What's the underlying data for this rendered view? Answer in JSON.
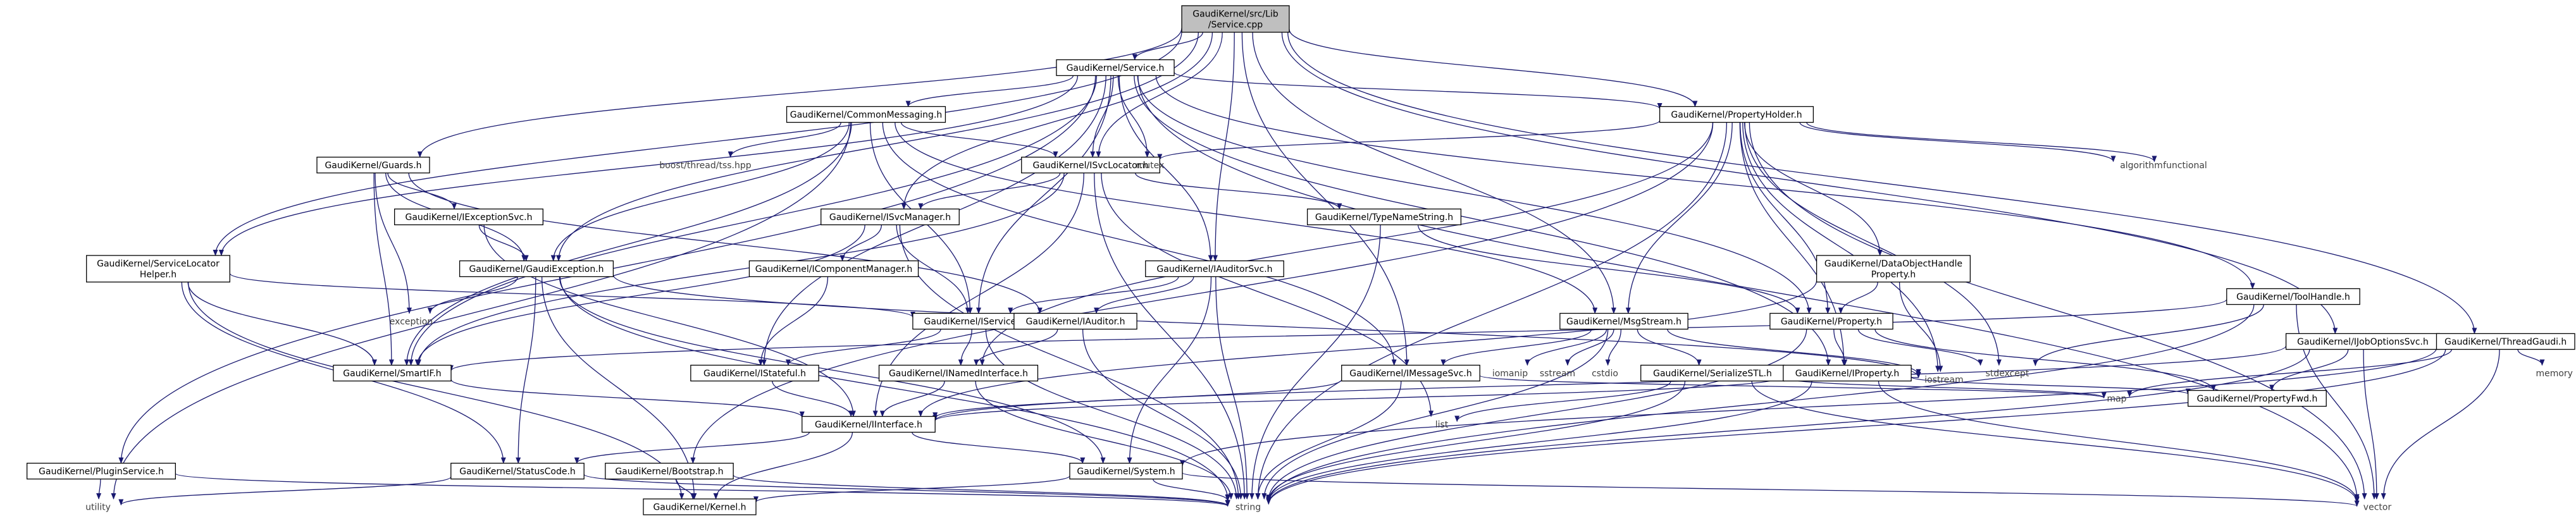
{
  "colors": {
    "edge": "#191970",
    "node_border_documented": "#000000",
    "node_border_truncated": "#ff0000",
    "root_fill": "#bfbfbf",
    "node_fill": "#ffffff",
    "external_text": "#404040"
  },
  "nodes": [
    {
      "id": "root",
      "lines": [
        "GaudiKernel/src/Lib",
        "/Service.cpp"
      ],
      "kind": "root"
    },
    {
      "id": "service_h",
      "lines": [
        "GaudiKernel/Service.h"
      ],
      "kind": "doc"
    },
    {
      "id": "common_messaging",
      "lines": [
        "GaudiKernel/CommonMessaging.h"
      ],
      "kind": "doc"
    },
    {
      "id": "property_holder",
      "lines": [
        "GaudiKernel/PropertyHolder.h"
      ],
      "kind": "doc"
    },
    {
      "id": "guards",
      "lines": [
        "GaudiKernel/Guards.h"
      ],
      "kind": "doc"
    },
    {
      "id": "isvc_locator",
      "lines": [
        "GaudiKernel/ISvcLocator.h"
      ],
      "kind": "doc"
    },
    {
      "id": "iexception_svc",
      "lines": [
        "GaudiKernel/IExceptionSvc.h"
      ],
      "kind": "doc"
    },
    {
      "id": "isvc_manager",
      "lines": [
        "GaudiKernel/ISvcManager.h"
      ],
      "kind": "doc"
    },
    {
      "id": "svc_locator_helper",
      "lines": [
        "GaudiKernel/ServiceLocator",
        "Helper.h"
      ],
      "kind": "doc"
    },
    {
      "id": "gaudi_exception",
      "lines": [
        "GaudiKernel/GaudiException.h"
      ],
      "kind": "doc"
    },
    {
      "id": "icomponent_manager",
      "lines": [
        "GaudiKernel/IComponentManager.h"
      ],
      "kind": "doc"
    },
    {
      "id": "iauditor_svc",
      "lines": [
        "GaudiKernel/IAuditorSvc.h"
      ],
      "kind": "doc"
    },
    {
      "id": "type_name_string",
      "lines": [
        "GaudiKernel/TypeNameString.h"
      ],
      "kind": "trunc"
    },
    {
      "id": "data_object_handle",
      "lines": [
        "GaudiKernel/DataObjectHandle",
        "Property.h"
      ],
      "kind": "doc"
    },
    {
      "id": "tool_handle",
      "lines": [
        "GaudiKernel/ToolHandle.h"
      ],
      "kind": "trunc"
    },
    {
      "id": "iservice",
      "lines": [
        "GaudiKernel/IService.h"
      ],
      "kind": "doc"
    },
    {
      "id": "iauditor",
      "lines": [
        "GaudiKernel/IAuditor.h"
      ],
      "kind": "trunc"
    },
    {
      "id": "msg_stream",
      "lines": [
        "GaudiKernel/MsgStream.h"
      ],
      "kind": "doc"
    },
    {
      "id": "property",
      "lines": [
        "GaudiKernel/Property.h"
      ],
      "kind": "trunc"
    },
    {
      "id": "ijob_options_svc",
      "lines": [
        "GaudiKernel/IJobOptionsSvc.h"
      ],
      "kind": "doc"
    },
    {
      "id": "thread_gaudi",
      "lines": [
        "GaudiKernel/ThreadGaudi.h"
      ],
      "kind": "doc"
    },
    {
      "id": "smart_if",
      "lines": [
        "GaudiKernel/SmartIF.h"
      ],
      "kind": "doc"
    },
    {
      "id": "istateful",
      "lines": [
        "GaudiKernel/IStateful.h"
      ],
      "kind": "trunc"
    },
    {
      "id": "inamed_interface",
      "lines": [
        "GaudiKernel/INamedInterface.h"
      ],
      "kind": "doc"
    },
    {
      "id": "imessage_svc",
      "lines": [
        "GaudiKernel/IMessageSvc.h"
      ],
      "kind": "doc"
    },
    {
      "id": "serialize_stl",
      "lines": [
        "GaudiKernel/SerializeSTL.h"
      ],
      "kind": "trunc"
    },
    {
      "id": "iproperty",
      "lines": [
        "GaudiKernel/IProperty.h"
      ],
      "kind": "doc"
    },
    {
      "id": "iinterface",
      "lines": [
        "GaudiKernel/IInterface.h"
      ],
      "kind": "trunc"
    },
    {
      "id": "status_code",
      "lines": [
        "GaudiKernel/StatusCode.h"
      ],
      "kind": "trunc"
    },
    {
      "id": "bootstrap",
      "lines": [
        "GaudiKernel/Bootstrap.h"
      ],
      "kind": "doc"
    },
    {
      "id": "system_h",
      "lines": [
        "GaudiKernel/System.h"
      ],
      "kind": "trunc"
    },
    {
      "id": "property_fwd",
      "lines": [
        "GaudiKernel/PropertyFwd.h"
      ],
      "kind": "doc"
    },
    {
      "id": "plugin_service",
      "lines": [
        "GaudiKernel/PluginService.h"
      ],
      "kind": "trunc"
    },
    {
      "id": "kernel_h",
      "lines": [
        "GaudiKernel/Kernel.h"
      ],
      "kind": "doc"
    },
    {
      "id": "mutex",
      "lines": [
        "mutex"
      ],
      "kind": "ext"
    },
    {
      "id": "boost_thread",
      "lines": [
        "boost/thread/tss.hpp"
      ],
      "kind": "ext"
    },
    {
      "id": "algorithm",
      "lines": [
        "algorithm"
      ],
      "kind": "ext"
    },
    {
      "id": "functional",
      "lines": [
        "functional"
      ],
      "kind": "ext"
    },
    {
      "id": "exception",
      "lines": [
        "exception"
      ],
      "kind": "ext"
    },
    {
      "id": "stdexcept",
      "lines": [
        "stdexcept"
      ],
      "kind": "ext"
    },
    {
      "id": "memory",
      "lines": [
        "memory"
      ],
      "kind": "ext"
    },
    {
      "id": "iomanip",
      "lines": [
        "iomanip"
      ],
      "kind": "ext"
    },
    {
      "id": "sstream",
      "lines": [
        "sstream"
      ],
      "kind": "ext"
    },
    {
      "id": "cstdio",
      "lines": [
        "cstdio"
      ],
      "kind": "ext"
    },
    {
      "id": "iostream",
      "lines": [
        "iostream"
      ],
      "kind": "ext"
    },
    {
      "id": "map",
      "lines": [
        "map"
      ],
      "kind": "ext"
    },
    {
      "id": "list",
      "lines": [
        "list"
      ],
      "kind": "ext"
    },
    {
      "id": "string",
      "lines": [
        "string"
      ],
      "kind": "ext"
    },
    {
      "id": "vector",
      "lines": [
        "vector"
      ],
      "kind": "ext"
    },
    {
      "id": "utility",
      "lines": [
        "utility"
      ],
      "kind": "ext"
    }
  ],
  "edges": [
    [
      "root",
      "service_h"
    ],
    [
      "root",
      "property_holder"
    ],
    [
      "root",
      "guards"
    ],
    [
      "root",
      "isvc_locator"
    ],
    [
      "root",
      "isvc_manager"
    ],
    [
      "root",
      "svc_locator_helper"
    ],
    [
      "root",
      "gaudi_exception"
    ],
    [
      "root",
      "iauditor_svc"
    ],
    [
      "root",
      "msg_stream"
    ],
    [
      "root",
      "imessage_svc"
    ],
    [
      "root",
      "ijob_options_svc"
    ],
    [
      "root",
      "thread_gaudi"
    ],
    [
      "service_h",
      "common_messaging"
    ],
    [
      "service_h",
      "property_holder"
    ],
    [
      "service_h",
      "isvc_locator"
    ],
    [
      "service_h",
      "iservice"
    ],
    [
      "service_h",
      "iauditor_svc"
    ],
    [
      "service_h",
      "mutex"
    ],
    [
      "service_h",
      "tool_handle"
    ],
    [
      "service_h",
      "smart_if"
    ],
    [
      "service_h",
      "svc_locator_helper"
    ],
    [
      "service_h",
      "plugin_service"
    ],
    [
      "service_h",
      "istateful"
    ],
    [
      "service_h",
      "iproperty"
    ],
    [
      "service_h",
      "property"
    ],
    [
      "service_h",
      "vector"
    ],
    [
      "common_messaging",
      "boost_thread"
    ],
    [
      "common_messaging",
      "isvc_locator"
    ],
    [
      "common_messaging",
      "imessage_svc"
    ],
    [
      "common_messaging",
      "msg_stream"
    ],
    [
      "common_messaging",
      "gaudi_exception"
    ],
    [
      "common_messaging",
      "iservice"
    ],
    [
      "common_messaging",
      "smart_if"
    ],
    [
      "common_messaging",
      "utility"
    ],
    [
      "property_holder",
      "isvc_locator"
    ],
    [
      "property_holder",
      "iproperty"
    ],
    [
      "property_holder",
      "property"
    ],
    [
      "property_holder",
      "msg_stream"
    ],
    [
      "property_holder",
      "data_object_handle"
    ],
    [
      "property_holder",
      "algorithm"
    ],
    [
      "property_holder",
      "functional"
    ],
    [
      "property_holder",
      "stdexcept"
    ],
    [
      "property_holder",
      "iostream"
    ],
    [
      "property_holder",
      "string"
    ],
    [
      "property_holder",
      "vector"
    ],
    [
      "property_holder",
      "bootstrap"
    ],
    [
      "property_holder",
      "inamed_interface"
    ],
    [
      "guards",
      "iexception_svc"
    ],
    [
      "guards",
      "gaudi_exception"
    ],
    [
      "guards",
      "iauditor"
    ],
    [
      "guards",
      "smart_if"
    ],
    [
      "guards",
      "exception"
    ],
    [
      "isvc_locator",
      "isvc_manager"
    ],
    [
      "isvc_locator",
      "type_name_string"
    ],
    [
      "isvc_locator",
      "smart_if"
    ],
    [
      "isvc_locator",
      "list"
    ],
    [
      "isvc_locator",
      "string"
    ],
    [
      "isvc_locator",
      "iinterface"
    ],
    [
      "iexception_svc",
      "gaudi_exception"
    ],
    [
      "iexception_svc",
      "iinterface"
    ],
    [
      "isvc_manager",
      "icomponent_manager"
    ],
    [
      "isvc_manager",
      "iservice"
    ],
    [
      "isvc_manager",
      "string"
    ],
    [
      "isvc_manager",
      "smart_if"
    ],
    [
      "svc_locator_helper",
      "iservice"
    ],
    [
      "svc_locator_helper",
      "smart_if"
    ],
    [
      "svc_locator_helper",
      "status_code"
    ],
    [
      "svc_locator_helper",
      "kernel_h"
    ],
    [
      "gaudi_exception",
      "exception"
    ],
    [
      "gaudi_exception",
      "status_code"
    ],
    [
      "gaudi_exception",
      "system_h"
    ],
    [
      "gaudi_exception",
      "kernel_h"
    ],
    [
      "gaudi_exception",
      "string"
    ],
    [
      "gaudi_exception",
      "iostream"
    ],
    [
      "icomponent_manager",
      "istateful"
    ],
    [
      "iauditor_svc",
      "iauditor"
    ],
    [
      "iauditor_svc",
      "iservice"
    ],
    [
      "iauditor_svc",
      "system_h"
    ],
    [
      "iauditor_svc",
      "string"
    ],
    [
      "type_name_string",
      "property"
    ],
    [
      "type_name_string",
      "string"
    ],
    [
      "data_object_handle",
      "property"
    ],
    [
      "data_object_handle",
      "iostream"
    ],
    [
      "data_object_handle",
      "iinterface"
    ],
    [
      "tool_handle",
      "smart_if"
    ],
    [
      "tool_handle",
      "stdexcept"
    ],
    [
      "tool_handle",
      "string"
    ],
    [
      "tool_handle",
      "vector"
    ],
    [
      "iservice",
      "inamed_interface"
    ],
    [
      "iservice",
      "istateful"
    ],
    [
      "iservice",
      "string"
    ],
    [
      "iauditor",
      "inamed_interface"
    ],
    [
      "iauditor",
      "string"
    ],
    [
      "msg_stream",
      "imessage_svc"
    ],
    [
      "msg_stream",
      "serialize_stl"
    ],
    [
      "msg_stream",
      "iomanip"
    ],
    [
      "msg_stream",
      "sstream"
    ],
    [
      "msg_stream",
      "cstdio"
    ],
    [
      "msg_stream",
      "string"
    ],
    [
      "msg_stream",
      "iostream"
    ],
    [
      "property",
      "iproperty"
    ],
    [
      "property",
      "property_fwd"
    ],
    [
      "property",
      "string"
    ],
    [
      "property",
      "stdexcept"
    ],
    [
      "ijob_options_svc",
      "iinterface"
    ],
    [
      "ijob_options_svc",
      "property_fwd"
    ],
    [
      "ijob_options_svc",
      "string"
    ],
    [
      "ijob_options_svc",
      "vector"
    ],
    [
      "thread_gaudi",
      "system_h"
    ],
    [
      "thread_gaudi",
      "map"
    ],
    [
      "thread_gaudi",
      "memory"
    ],
    [
      "thread_gaudi",
      "string"
    ],
    [
      "thread_gaudi",
      "vector"
    ],
    [
      "smart_if",
      "iinterface"
    ],
    [
      "istateful",
      "iinterface"
    ],
    [
      "inamed_interface",
      "iinterface"
    ],
    [
      "inamed_interface",
      "string"
    ],
    [
      "imessage_svc",
      "iinterface"
    ],
    [
      "imessage_svc",
      "string"
    ],
    [
      "imessage_svc",
      "map"
    ],
    [
      "serialize_stl",
      "map"
    ],
    [
      "serialize_stl",
      "list"
    ],
    [
      "serialize_stl",
      "vector"
    ],
    [
      "serialize_stl",
      "string"
    ],
    [
      "iproperty",
      "iinterface"
    ],
    [
      "iproperty",
      "property_fwd"
    ],
    [
      "iproperty",
      "string"
    ],
    [
      "iproperty",
      "vector"
    ],
    [
      "iproperty",
      "iostream"
    ],
    [
      "iinterface",
      "status_code"
    ],
    [
      "iinterface",
      "system_h"
    ],
    [
      "iinterface",
      "kernel_h"
    ],
    [
      "status_code",
      "utility"
    ],
    [
      "status_code",
      "string"
    ],
    [
      "bootstrap",
      "kernel_h"
    ],
    [
      "bootstrap",
      "string"
    ],
    [
      "system_h",
      "kernel_h"
    ],
    [
      "system_h",
      "string"
    ],
    [
      "system_h",
      "vector"
    ],
    [
      "plugin_service",
      "utility"
    ],
    [
      "plugin_service",
      "string"
    ]
  ]
}
